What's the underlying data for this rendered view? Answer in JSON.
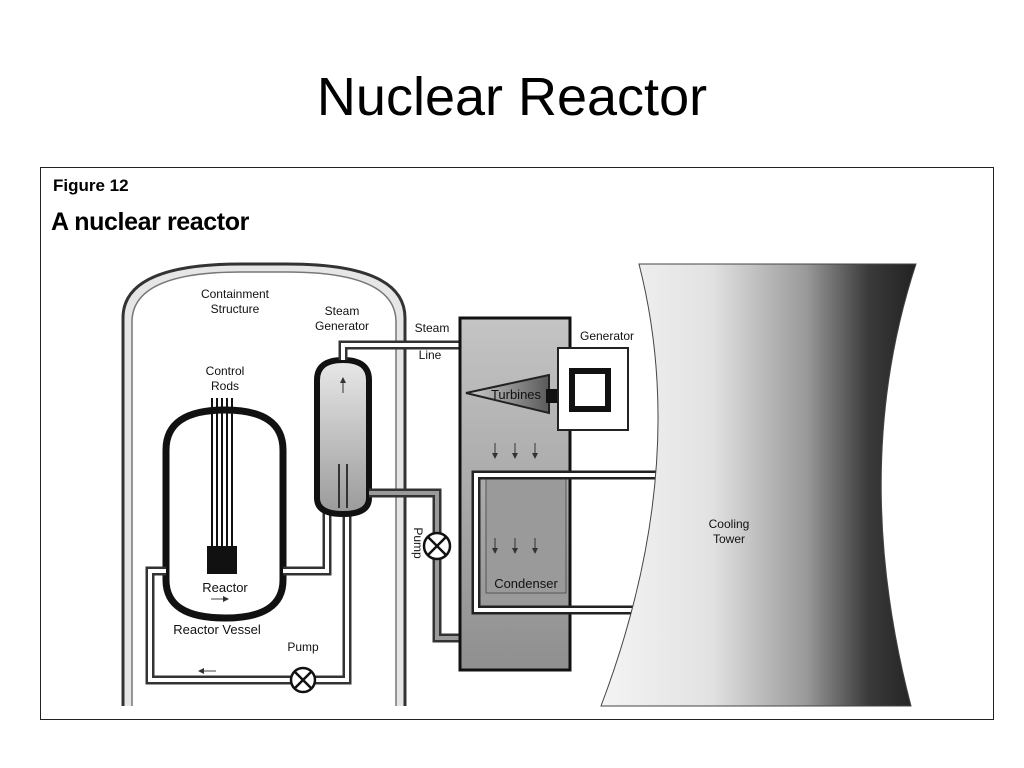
{
  "slide": {
    "title": "Nuclear Reactor"
  },
  "figure": {
    "label": "Figure 12",
    "caption": "A nuclear reactor",
    "labels": {
      "containment_1": "Containment",
      "containment_2": "Structure",
      "steam_generator_1": "Steam",
      "steam_generator_2": "Generator",
      "steam_line_1": "Steam",
      "steam_line_2": "Line",
      "generator": "Generator",
      "control_rods_1": "Control",
      "control_rods_2": "Rods",
      "turbines": "Turbines",
      "reactor": "Reactor",
      "reactor_vessel": "Reactor Vessel",
      "pump_primary": "Pump",
      "pump_secondary": "Pump",
      "condenser": "Condenser",
      "cooling_tower_1": "Cooling",
      "cooling_tower_2": "Tower"
    }
  }
}
